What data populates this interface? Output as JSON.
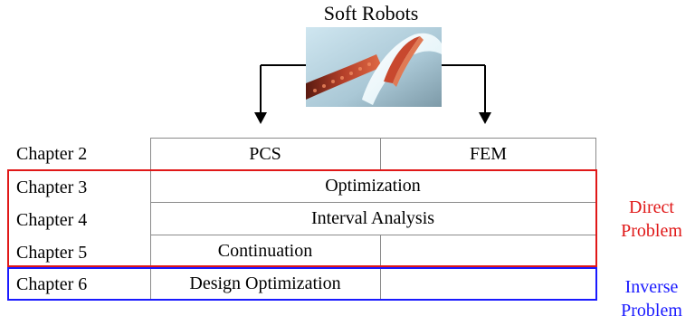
{
  "title": "Soft Robots",
  "image": {
    "description_icon": "soft-robot-tentacle-image"
  },
  "chapters": {
    "c2": "Chapter 2",
    "c3": "Chapter 3",
    "c4": "Chapter 4",
    "c5": "Chapter 5",
    "c6": "Chapter 6"
  },
  "methods": {
    "pcs": "PCS",
    "fem": "FEM"
  },
  "rows": {
    "optimization": "Optimization",
    "interval": "Interval Analysis",
    "continuation": "Continuation",
    "design": "Design Optimization"
  },
  "labels": {
    "direct_line1": "Direct",
    "direct_line2": "Problem",
    "inverse_line1": "Inverse",
    "inverse_line2": "Problem"
  },
  "colors": {
    "direct": "#e01818",
    "inverse": "#1a1aff",
    "grid": "#8a8a8a"
  }
}
